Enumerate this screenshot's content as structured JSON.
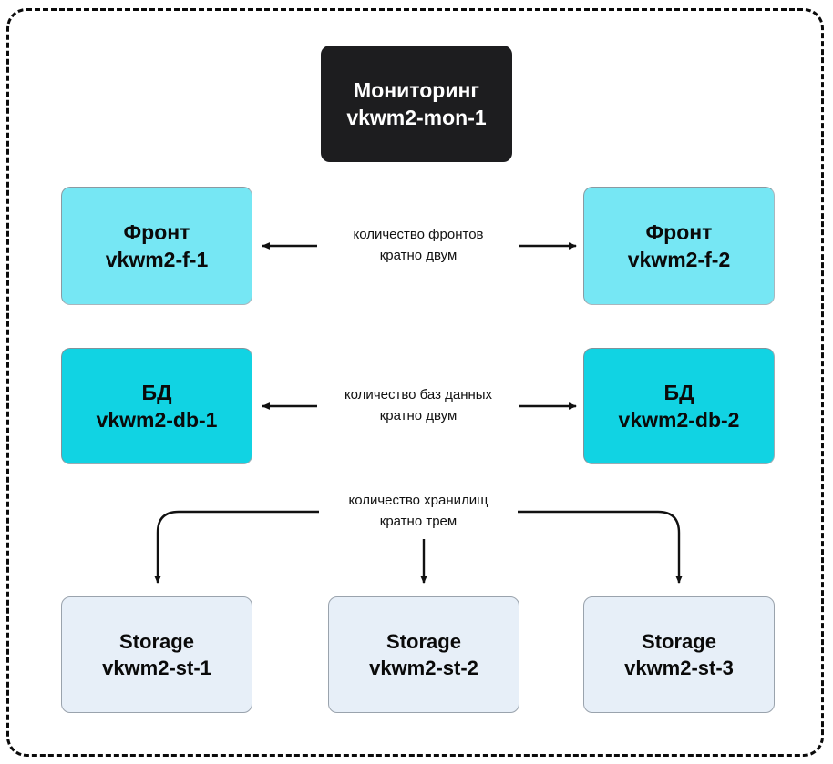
{
  "diagram": {
    "title_hidden": "",
    "frame": {
      "style": "dashed-rounded-rectangle",
      "color": "#0b0b0b"
    },
    "colors": {
      "monitoring_bg": "#1d1d1f",
      "monitoring_text": "#ffffff",
      "front_bg": "#76e7f4",
      "db_bg": "#11d3e3",
      "storage_bg": "#e7eff8",
      "node_border": "#9aa3ad",
      "arrow": "#111111",
      "label_text": "#111111",
      "page_bg": "#ffffff"
    },
    "nodes": {
      "monitoring": {
        "role": "Мониторинг",
        "host": "vkwm2-mon-1"
      },
      "front_1": {
        "role": "Фронт",
        "host": "vkwm2-f-1"
      },
      "front_2": {
        "role": "Фронт",
        "host": "vkwm2-f-2"
      },
      "db_1": {
        "role": "БД",
        "host": "vkwm2-db-1"
      },
      "db_2": {
        "role": "БД",
        "host": "vkwm2-db-2"
      },
      "storage_1": {
        "role": "Storage",
        "host": "vkwm2-st-1"
      },
      "storage_2": {
        "role": "Storage",
        "host": "vkwm2-st-2"
      },
      "storage_3": {
        "role": "Storage",
        "host": "vkwm2-st-3"
      }
    },
    "edge_labels": {
      "fronts": {
        "line1": "количество фронтов",
        "line2": "кратно двум"
      },
      "databases": {
        "line1": "количество баз данных",
        "line2": "кратно двум"
      },
      "storages": {
        "line1": "количество хранилищ",
        "line2": "кратно трем"
      }
    }
  }
}
